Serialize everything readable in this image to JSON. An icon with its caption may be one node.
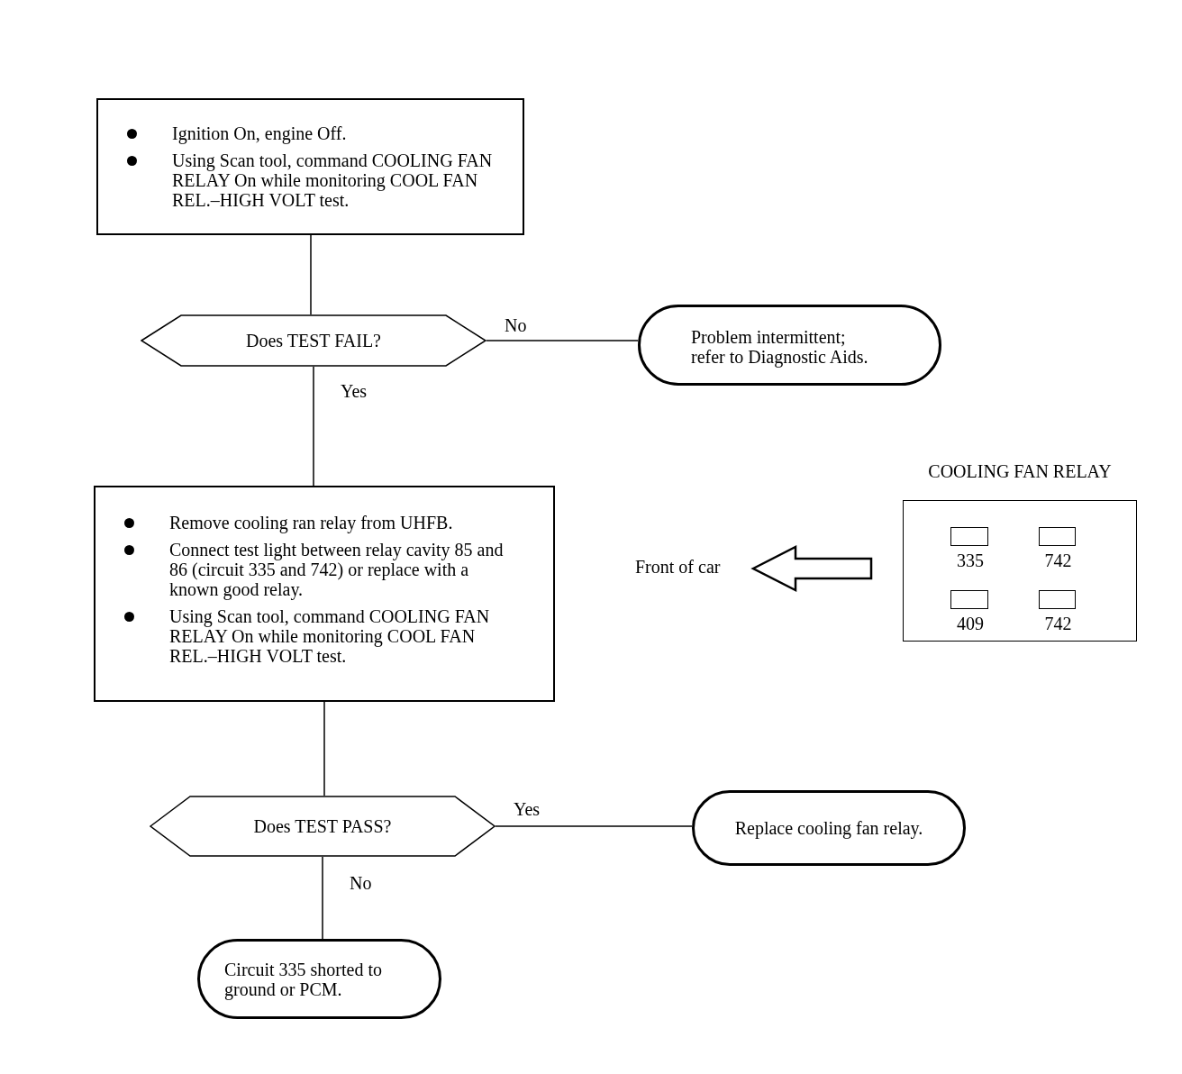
{
  "diagram": {
    "nodes": [
      {
        "text": [
          "Ignition On, engine Off.",
          "Using Scan tool, command COOLING FAN RELAY On while monitoring COOL FAN REL.–HIGH VOLT test."
        ]
      },
      {
        "text": [
          "Does TEST FAIL?"
        ]
      },
      {
        "text": [
          "Problem intermittent; refer to Diagnostic Aids."
        ]
      },
      {
        "text": [
          "Remove cooling ran relay from UHFB.",
          "Connect test light between relay cavity 85 and 86 (circuit 335 and 742) or replace with a known good relay.",
          "Using Scan tool, command COOLING FAN RELAY On while monitoring COOL FAN REL.–HIGH VOLT test."
        ]
      },
      {
        "text": [
          "Does TEST PASS?"
        ]
      },
      {
        "text": [
          "Replace cooling fan relay."
        ]
      },
      {
        "text": [
          "Circuit 335 shorted to ground or PCM."
        ]
      },
      {
        "text": [
          "COOLING FAN RELAY"
        ]
      },
      {
        "text": [],
        "shape": "box",
        "in": 7,
        "beside": [
          "335"
        ]
      },
      {
        "text": [],
        "shape": "box",
        "in": 7,
        "beside": [
          "742"
        ]
      },
      {
        "text": [],
        "shape": "box",
        "in": 7,
        "beside": [
          "409"
        ]
      },
      {
        "text": [],
        "shape": "box",
        "in": 7,
        "beside": [
          "742"
        ]
      }
    ],
    "edges": [
      {
        "from": 0,
        "to": 1,
        "arrow": "none"
      },
      {
        "from": 1,
        "to": 2,
        "arrow": "none",
        "label": "No"
      },
      {
        "from": 1,
        "to": 3,
        "arrow": "none",
        "label": "Yes"
      },
      {
        "from": 3,
        "to": 4,
        "arrow": "none"
      },
      {
        "from": 4,
        "to": 5,
        "arrow": "none",
        "label": "Yes"
      },
      {
        "from": 4,
        "to": 6,
        "arrow": "none",
        "label": "No"
      }
    ],
    "labels": [
      "Front of car"
    ]
  }
}
